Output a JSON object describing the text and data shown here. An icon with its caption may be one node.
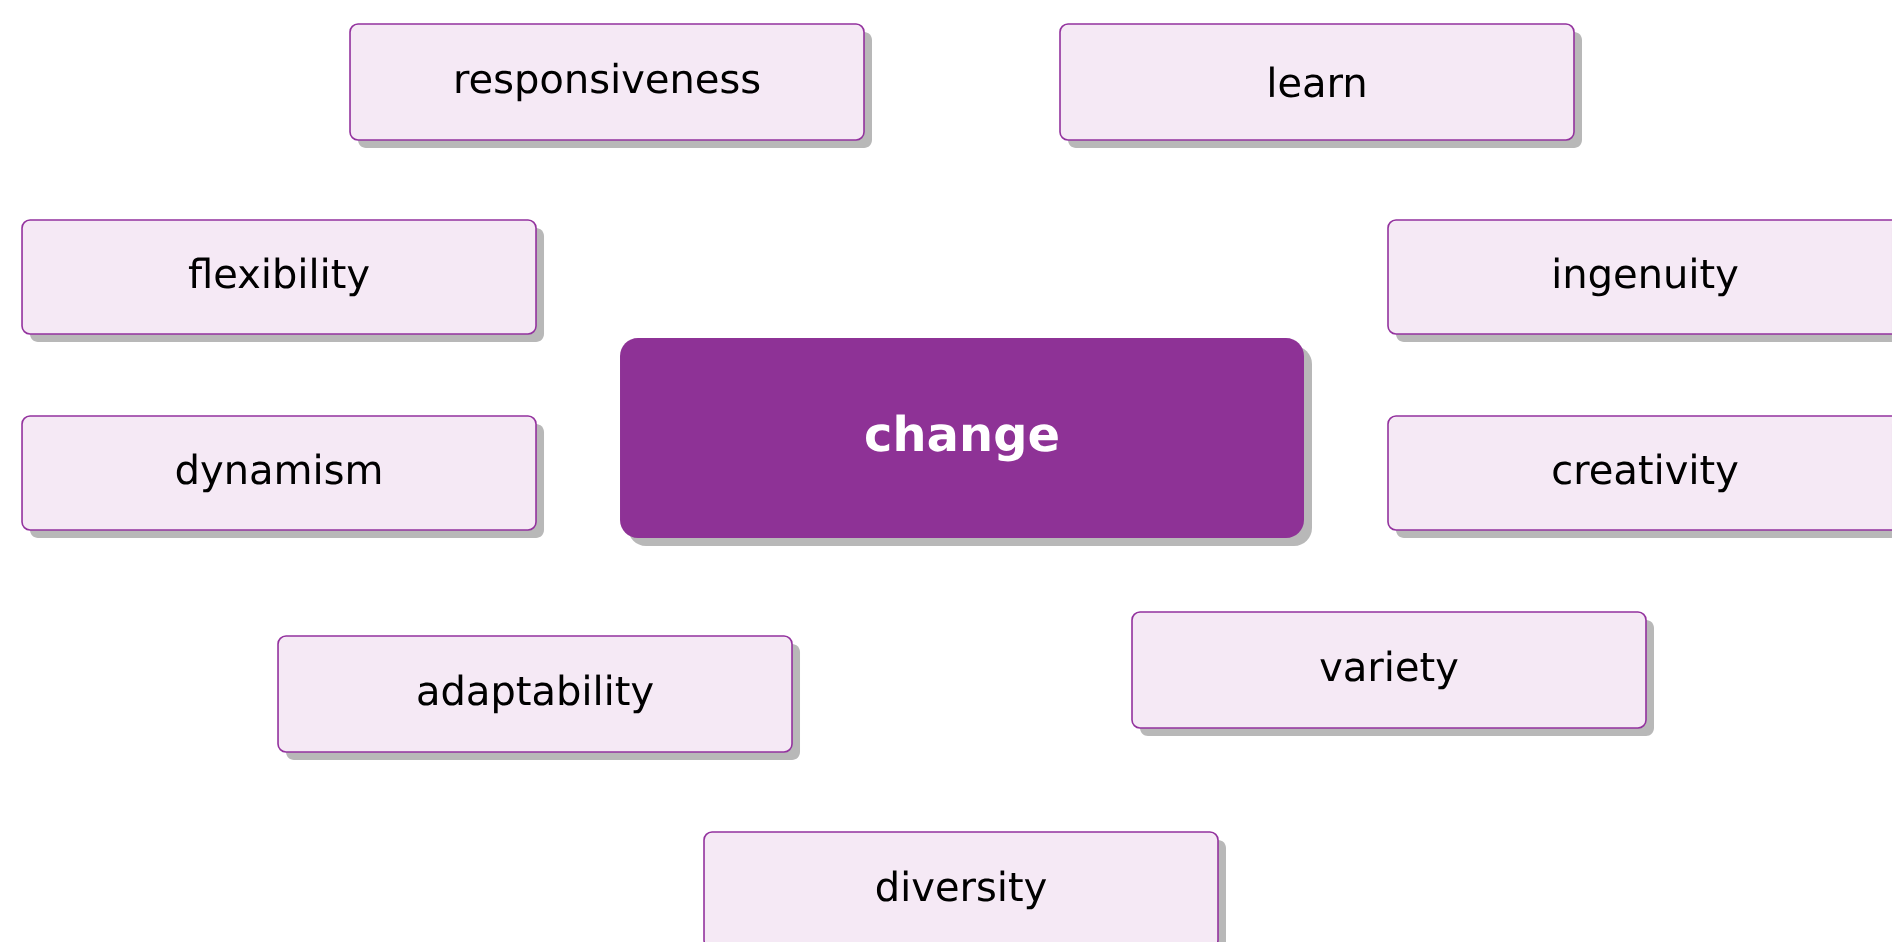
{
  "diagram": {
    "nodes": [
      {
        "text": [
          "responsiveness"
        ]
      },
      {
        "text": [
          "learn"
        ]
      },
      {
        "text": [
          "flexibility"
        ]
      },
      {
        "text": [
          "ingenuity"
        ]
      },
      {
        "text": [
          "change"
        ]
      },
      {
        "text": [
          "dynamism"
        ]
      },
      {
        "text": [
          "creativity"
        ]
      },
      {
        "text": [
          "adaptability"
        ]
      },
      {
        "text": [
          "variety"
        ]
      },
      {
        "text": [
          "diversity"
        ]
      }
    ]
  }
}
